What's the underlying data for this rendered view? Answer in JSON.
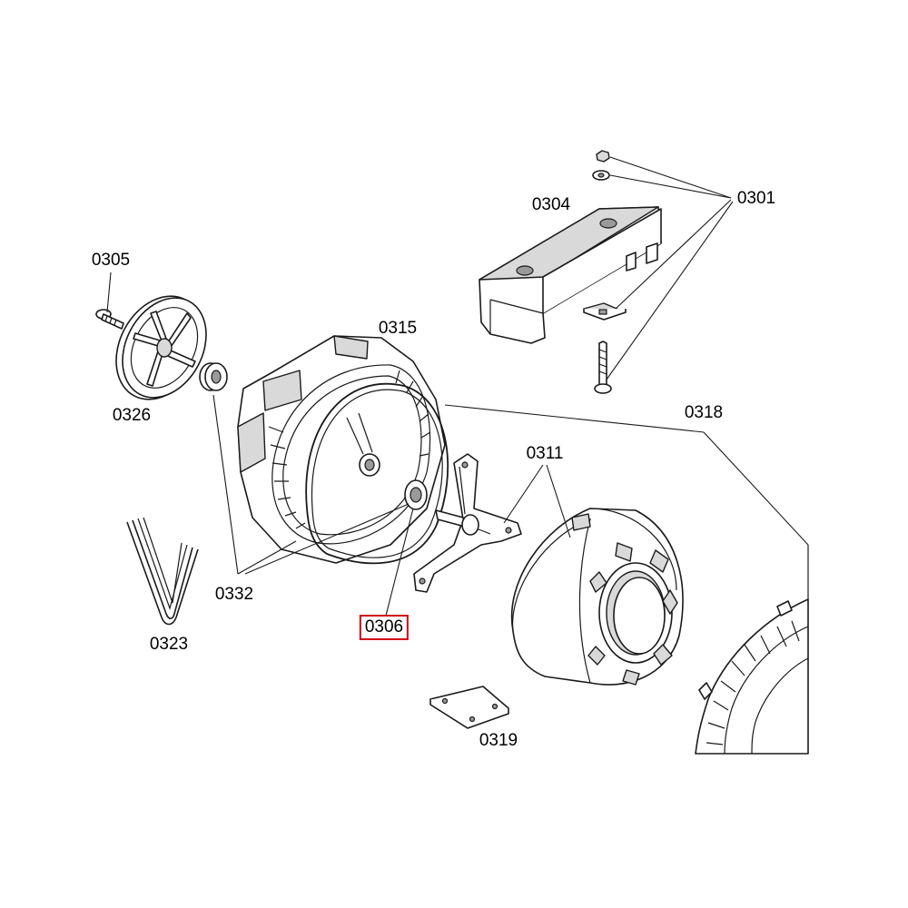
{
  "callouts": {
    "c0301": "0301",
    "c0304": "0304",
    "c0305": "0305",
    "c0315": "0315",
    "c0326": "0326",
    "c0318": "0318",
    "c0311": "0311",
    "c0332": "0332",
    "c0323": "0323",
    "c0306": "0306",
    "c0319": "0319"
  },
  "colors": {
    "highlight_border": "#d0021b",
    "line": "#1a1a1a"
  }
}
